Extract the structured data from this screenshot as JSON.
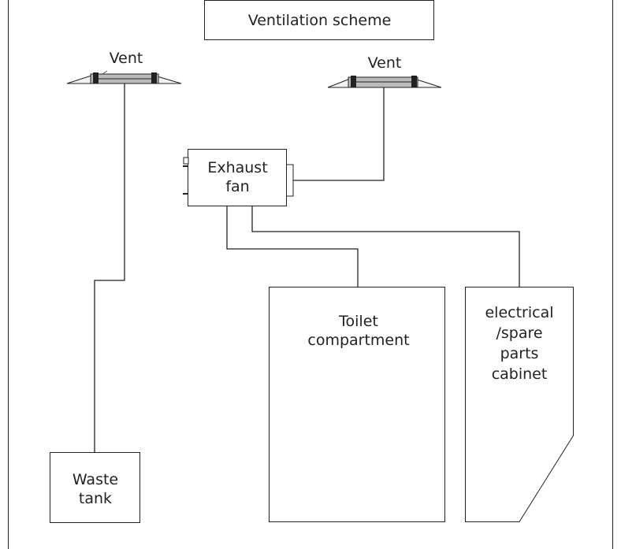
{
  "diagram": {
    "title": "Ventilation scheme",
    "vent_left": "Vent",
    "vent_right": "Vent",
    "exhaust_fan": {
      "line1": "Exhaust",
      "line2": "fan"
    },
    "toilet": {
      "line1": "Toilet",
      "line2": "compartment"
    },
    "cabinet": {
      "line1": "electrical",
      "line2": "/spare",
      "line3": "parts",
      "line4": "cabinet"
    },
    "waste_tank": {
      "line1": "Waste",
      "line2": "tank"
    }
  },
  "colors": {
    "stroke": "#222222",
    "vent_fill": "#bbbbbb",
    "background": "#ffffff"
  }
}
